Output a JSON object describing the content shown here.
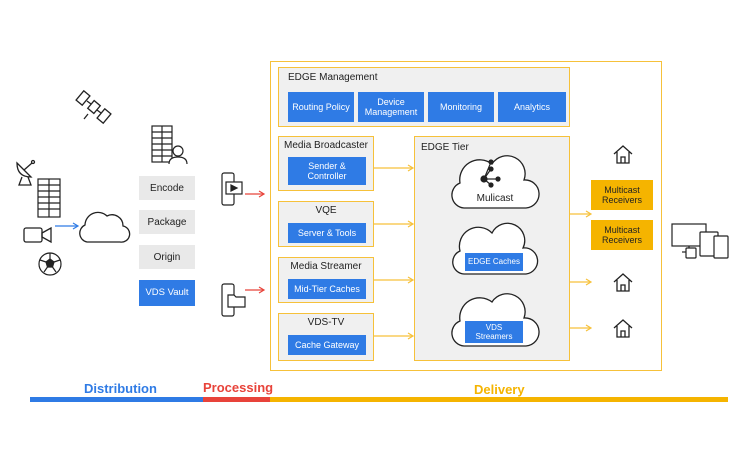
{
  "edge_management": {
    "title": "EDGE Management",
    "buttons": [
      "Routing Policy",
      "Device\nManagement",
      "Monitoring",
      "Analytics"
    ]
  },
  "left_column": {
    "steps": [
      "Encode",
      "Package",
      "Origin"
    ],
    "vault": "VDS Vault"
  },
  "components": {
    "media_broadcaster": {
      "title": "Media Broadcaster",
      "button": "Sender &\nController"
    },
    "vqe": {
      "title": "VQE",
      "button": "Server & Tools"
    },
    "media_streamer": {
      "title": "Media Streamer",
      "button": "Mid-Tier Caches"
    },
    "vds_tv": {
      "title": "VDS-TV",
      "button": "Cache Gateway"
    }
  },
  "edge_tier": {
    "title": "EDGE Tier",
    "multicast_label": "Mulicast",
    "edge_caches": "EDGE Caches",
    "vds_streamers": "VDS\nStreamers"
  },
  "receivers": [
    "Multicast\nReceivers",
    "Multicast\nReceivers"
  ],
  "phases": [
    {
      "label": "Distribution",
      "color": "#2f7be5"
    },
    {
      "label": "Processing",
      "color": "#e8433a"
    },
    {
      "label": "Delivery",
      "color": "#f5b400"
    }
  ],
  "colors": {
    "accent_blue": "#2f7be5",
    "accent_yellow": "#f5b400",
    "accent_red": "#e8433a"
  },
  "icons": [
    "satellite-icon",
    "satellite-dish-icon",
    "building-icon",
    "video-camera-icon",
    "soccer-ball-icon",
    "cloud-icon",
    "office-user-icon",
    "phone-video-icon",
    "phone-folder-icon",
    "house-icon",
    "devices-icon",
    "flow-chart-icon"
  ]
}
